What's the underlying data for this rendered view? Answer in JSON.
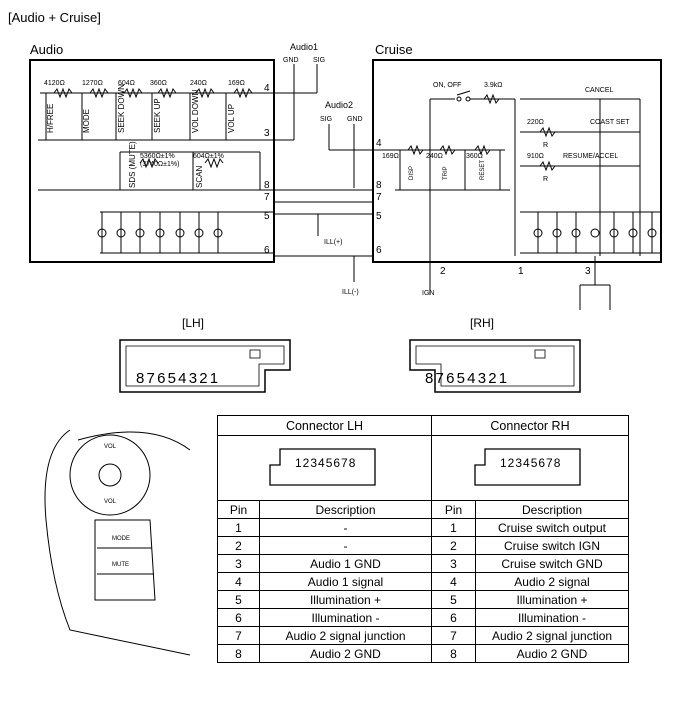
{
  "page_title": "[Audio + Cruise]",
  "schematic": {
    "audio_label": "Audio",
    "cruise_label": "Cruise",
    "audio1": {
      "label": "Audio1",
      "gnd": "GND",
      "sig": "SIG"
    },
    "audio2": {
      "label": "Audio2",
      "sig": "SIG",
      "gnd": "GND"
    },
    "audio_resistors": [
      "4120Ω",
      "1270Ω",
      "604Ω",
      "360Ω",
      "240Ω",
      "169Ω"
    ],
    "audio_switches": [
      "H/FREE",
      "MODE",
      "SEEK DOWN",
      "SEEK UP",
      "VOL DOWN",
      "VOL UP"
    ],
    "audio_lower_resistors": [
      "5360Ω±1%",
      "(3740Ω±1%)",
      "604Ω±1%"
    ],
    "audio_lower_switches": [
      "SDS (MUTE)",
      "SCAN"
    ],
    "audio_pins": [
      "4",
      "3",
      "8",
      "7",
      "5",
      "6"
    ],
    "cruise_pins": [
      "4",
      "8",
      "7",
      "5",
      "6"
    ],
    "cruise_bottom_pins": [
      "2",
      "1",
      "3"
    ],
    "cruise_resistors": [
      "169Ω",
      "240Ω",
      "360Ω"
    ],
    "cruise_switches": [
      "DISP",
      "TRIP",
      "RESET"
    ],
    "on_off": "ON, OFF",
    "on_off_resistor": "3.9kΩ",
    "cancel": "CANCEL",
    "coast_set": "COAST SET",
    "resume_accel": "RESUME/ACCEL",
    "r220": "220Ω",
    "r910": "910Ω",
    "r_label": "R",
    "ill_plus": "ILL(+)",
    "ill_minus": "ILL(-)",
    "ign": "IGN"
  },
  "connectors_top": {
    "lh_label": "[LH]",
    "rh_label": "[RH]",
    "pin_numbers": "87654321"
  },
  "steering_wheel": {
    "vol_top": "VOL",
    "vol_bottom": "VOL",
    "mode": "MODE",
    "mute": "MUTE"
  },
  "pin_table": {
    "lh_header": "Connector LH",
    "rh_header": "Connector RH",
    "connector_pins": "12345678",
    "pin_col": "Pin",
    "desc_col": "Description",
    "rows": [
      {
        "lh_pin": "1",
        "lh_desc": "-",
        "rh_pin": "1",
        "rh_desc": "Cruise switch output"
      },
      {
        "lh_pin": "2",
        "lh_desc": "-",
        "rh_pin": "2",
        "rh_desc": "Cruise switch IGN"
      },
      {
        "lh_pin": "3",
        "lh_desc": "Audio 1 GND",
        "rh_pin": "3",
        "rh_desc": "Cruise switch GND"
      },
      {
        "lh_pin": "4",
        "lh_desc": "Audio 1 signal",
        "rh_pin": "4",
        "rh_desc": "Audio 2 signal"
      },
      {
        "lh_pin": "5",
        "lh_desc": "Illumination +",
        "rh_pin": "5",
        "rh_desc": "Illumination +"
      },
      {
        "lh_pin": "6",
        "lh_desc": "Illumination -",
        "rh_pin": "6",
        "rh_desc": "Illumination -"
      },
      {
        "lh_pin": "7",
        "lh_desc": "Audio 2 signal junction",
        "rh_pin": "7",
        "rh_desc": "Audio 2 signal junction"
      },
      {
        "lh_pin": "8",
        "lh_desc": "Audio 2 GND",
        "rh_pin": "8",
        "rh_desc": "Audio 2 GND"
      }
    ]
  }
}
